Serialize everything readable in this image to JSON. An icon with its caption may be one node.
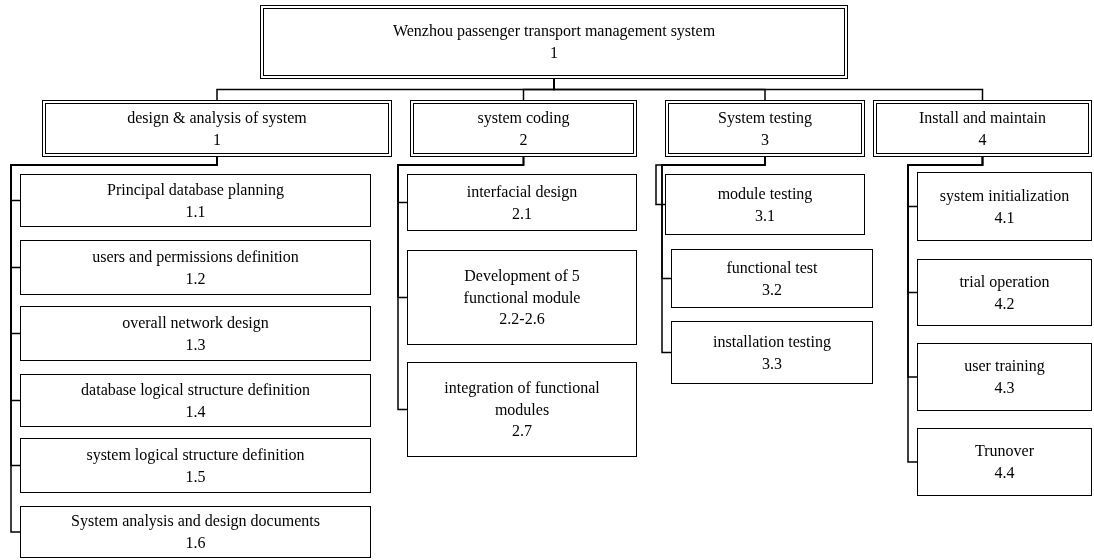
{
  "diagram": {
    "nodes": [
      {
        "text": [
          "Wenzhou passenger transport management system",
          "1"
        ]
      },
      {
        "text": [
          "design & analysis of system",
          "1"
        ]
      },
      {
        "text": [
          "system coding",
          "2"
        ]
      },
      {
        "text": [
          "System testing",
          "3"
        ]
      },
      {
        "text": [
          "Install and maintain",
          "4"
        ]
      },
      {
        "text": [
          "Principal database planning",
          "1.1"
        ]
      },
      {
        "text": [
          "users and permissions definition",
          "1.2"
        ]
      },
      {
        "text": [
          "overall network design",
          "1.3"
        ]
      },
      {
        "text": [
          "database logical structure definition",
          "1.4"
        ]
      },
      {
        "text": [
          "system logical structure definition",
          "1.5"
        ]
      },
      {
        "text": [
          "System analysis and design documents",
          "1.6"
        ]
      },
      {
        "text": [
          "interfacial design",
          "2.1"
        ]
      },
      {
        "text": [
          "Development of 5 functional module",
          "2.2-2.6"
        ]
      },
      {
        "text": [
          "integration of functional modules",
          "2.7"
        ]
      },
      {
        "text": [
          "module testing",
          "3.1"
        ]
      },
      {
        "text": [
          "functional test",
          "3.2"
        ]
      },
      {
        "text": [
          "installation testing",
          "3.3"
        ]
      },
      {
        "text": [
          "system initialization",
          "4.1"
        ]
      },
      {
        "text": [
          "trial operation",
          "4.2"
        ]
      },
      {
        "text": [
          "user training",
          "4.3"
        ]
      },
      {
        "text": [
          "Trunover",
          "4.4"
        ]
      }
    ],
    "edges": [
      {
        "from": 0,
        "to": 1,
        "arrow": "none"
      },
      {
        "from": 0,
        "to": 2,
        "arrow": "none"
      },
      {
        "from": 0,
        "to": 3,
        "arrow": "none"
      },
      {
        "from": 0,
        "to": 4,
        "arrow": "none"
      },
      {
        "from": 1,
        "to": 5,
        "arrow": "none"
      },
      {
        "from": 1,
        "to": 6,
        "arrow": "none"
      },
      {
        "from": 1,
        "to": 7,
        "arrow": "none"
      },
      {
        "from": 1,
        "to": 8,
        "arrow": "none"
      },
      {
        "from": 1,
        "to": 9,
        "arrow": "none"
      },
      {
        "from": 1,
        "to": 10,
        "arrow": "none"
      },
      {
        "from": 2,
        "to": 11,
        "arrow": "none"
      },
      {
        "from": 2,
        "to": 12,
        "arrow": "none"
      },
      {
        "from": 2,
        "to": 13,
        "arrow": "none"
      },
      {
        "from": 3,
        "to": 14,
        "arrow": "none"
      },
      {
        "from": 3,
        "to": 15,
        "arrow": "none"
      },
      {
        "from": 3,
        "to": 16,
        "arrow": "none"
      },
      {
        "from": 4,
        "to": 17,
        "arrow": "none"
      },
      {
        "from": 4,
        "to": 18,
        "arrow": "none"
      },
      {
        "from": 4,
        "to": 19,
        "arrow": "none"
      },
      {
        "from": 4,
        "to": 20,
        "arrow": "none"
      }
    ]
  }
}
